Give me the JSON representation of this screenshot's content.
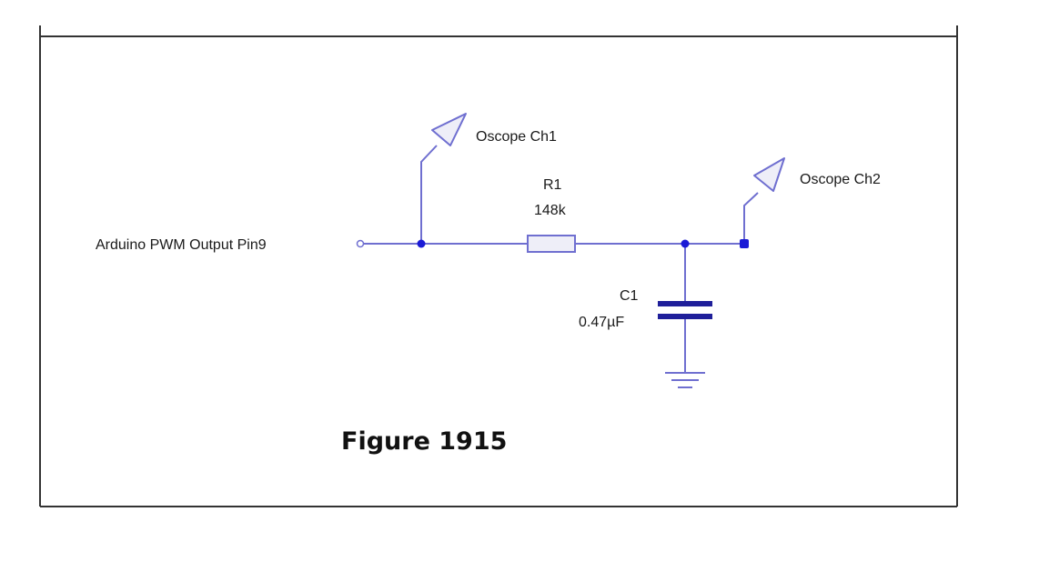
{
  "colors": {
    "wire": "#6f6fd0",
    "node": "#1a1ad6",
    "component_fill": "#eeeef8",
    "capacitor_plate": "#1f1f9a",
    "frame": "#333333",
    "text": "#1a1a1a"
  },
  "input": {
    "label": "Arduino PWM Output Pin9"
  },
  "probes": [
    {
      "label": "Oscope Ch1",
      "icon": "probe-arrow-icon"
    },
    {
      "label": "Oscope Ch2",
      "icon": "probe-arrow-icon"
    }
  ],
  "resistor": {
    "ref": "R1",
    "value": "148k"
  },
  "capacitor": {
    "ref": "C1",
    "value": "0.47µF"
  },
  "ground": {
    "icon": "ground-icon"
  },
  "caption": "Figure 1915"
}
